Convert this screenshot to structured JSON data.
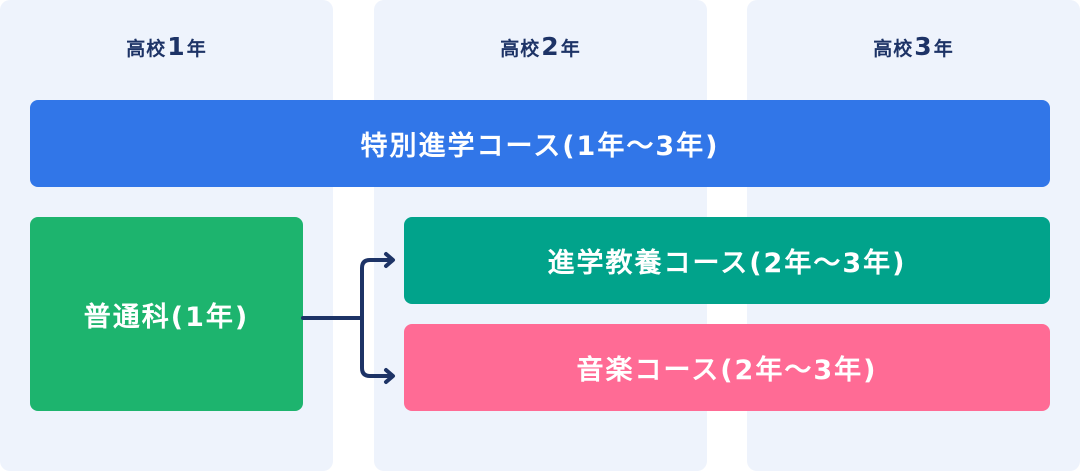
{
  "columns": [
    {
      "prefix": "高校",
      "num": "1",
      "suffix": "年"
    },
    {
      "prefix": "高校",
      "num": "2",
      "suffix": "年"
    },
    {
      "prefix": "高校",
      "num": "3",
      "suffix": "年"
    }
  ],
  "courses": {
    "special": "特別進学コース(1年〜3年)",
    "general": "普通科(1年)",
    "liberal": "進学教養コース(2年〜3年)",
    "music": "音楽コース(2年〜3年)"
  },
  "colors": {
    "column_bg": "#eef3fc",
    "heading": "#1d3366",
    "special": "#3176e8",
    "general": "#1db46e",
    "liberal": "#01a38b",
    "music": "#ff6b95",
    "connector": "#1d3366"
  }
}
